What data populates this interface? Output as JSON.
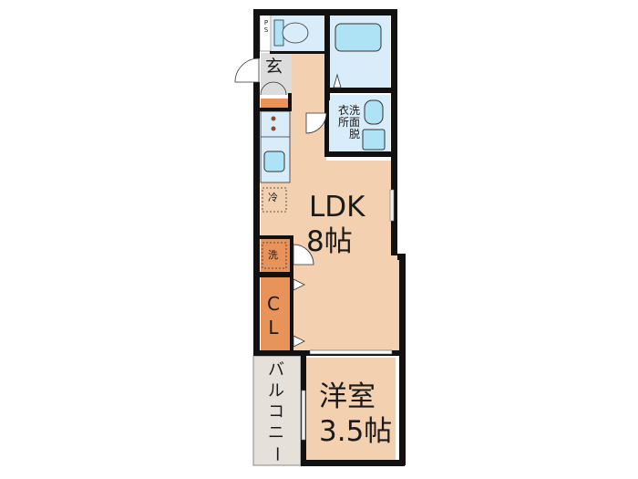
{
  "colors": {
    "floor": "#f2d0b0",
    "wet_area": "#d8ecfa",
    "fixture": "#aee3f5",
    "closet": "#e8935a",
    "entrance": "#dcdcdc",
    "balcony": "#e5e0da",
    "wall": "#111111"
  },
  "rooms": {
    "ldk": {
      "name": "LDK",
      "size": "8帖"
    },
    "western": {
      "name": "洋室",
      "size": "3.5帖"
    },
    "entrance": {
      "name": "玄"
    },
    "closet": {
      "line1": "C",
      "line2": "L"
    },
    "balcony": {
      "name": "バルコニー",
      "chars": [
        "バ",
        "ル",
        "コ",
        "ニ",
        "ー"
      ]
    },
    "washroom": {
      "col1": [
        "洗",
        "面",
        "脱"
      ],
      "col2": [
        "衣",
        "所"
      ]
    },
    "ps": {
      "line1": "P",
      "line2": "S"
    }
  },
  "symbols": {
    "fridge": "冷",
    "washer": "洗"
  }
}
